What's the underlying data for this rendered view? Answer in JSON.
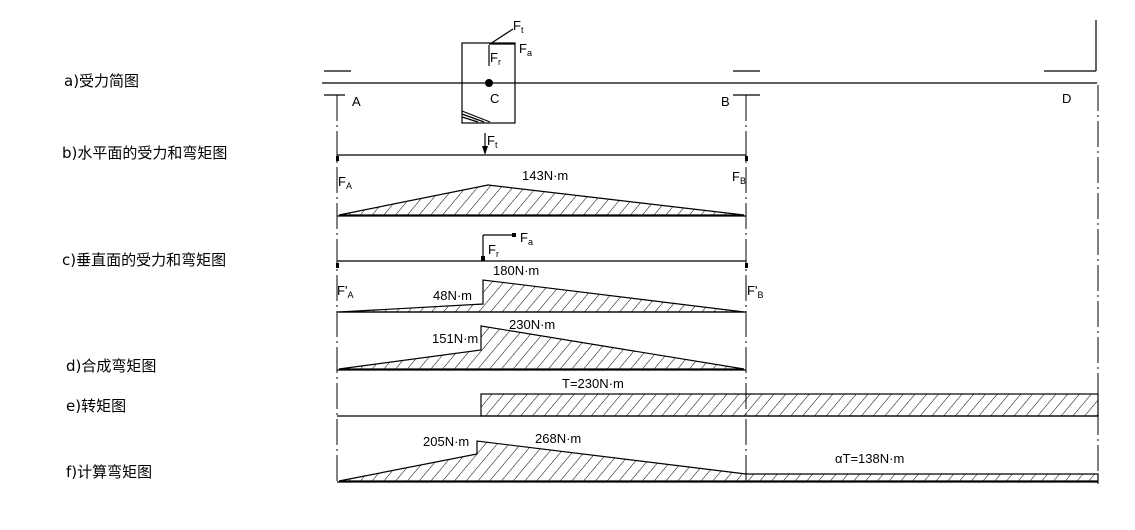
{
  "rows": {
    "a": "a)受力简图",
    "b": "b)水平面的受力和弯矩图",
    "c": "c)垂直面的受力和弯矩图",
    "d": "d)合成弯矩图",
    "e": "e)转矩图",
    "f": "f)计算弯矩图"
  },
  "points": {
    "A": "A",
    "B": "B",
    "C": "C",
    "D": "D"
  },
  "forces": {
    "Ft": {
      "main": "F",
      "sub": "t"
    },
    "Fa": {
      "main": "F",
      "sub": "a"
    },
    "Fr": {
      "main": "F",
      "sub": "r"
    },
    "FA": {
      "main": "F",
      "sub": "A"
    },
    "FB": {
      "main": "F",
      "sub": "B"
    },
    "FA2": {
      "main": "F'",
      "sub": "A"
    },
    "FB2": {
      "main": "F'",
      "sub": "B"
    }
  },
  "moments": {
    "horizontal_max": "143N·m",
    "vertical_right": "180N·m",
    "vertical_left": "48N·m",
    "combined_right": "230N·m",
    "combined_left": "151N·m",
    "torque": "T=230N·m",
    "calc_left": "205N·m",
    "calc_right": "268N·m",
    "calc_torque": "αT=138N·m"
  }
}
